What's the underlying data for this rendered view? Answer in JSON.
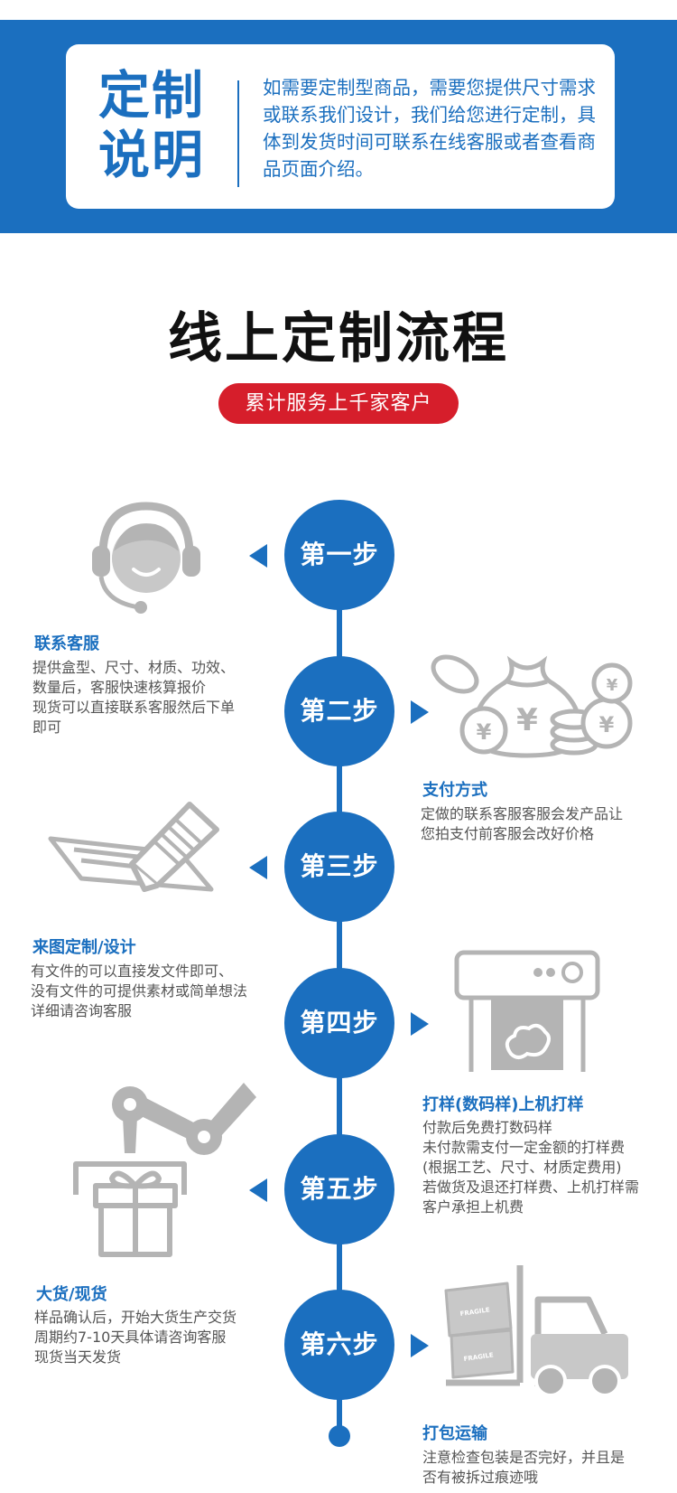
{
  "notice": {
    "title_line1": "定制",
    "title_line2": "说明",
    "text": "如需要定制型商品，需要您提供尺寸需求或联系我们设计，我们给您进行定制，具体到发货时间可联系在线客服或者查看商品页面介绍。"
  },
  "title": "线上定制流程",
  "badge": "累计服务上千家客户",
  "steps": [
    {
      "label": "第一步",
      "heading": "联系客服",
      "lines": [
        "提供盒型、尺寸、材质、功效、",
        "数量后，客服快速核算报价",
        "现货可以直接联系客服然后下单",
        "即可"
      ]
    },
    {
      "label": "第二步",
      "heading": "支付方式",
      "lines": [
        "定做的联系客服客服会发产品让",
        "您拍支付前客服会改好价格"
      ]
    },
    {
      "label": "第三步",
      "heading": "来图定制/设计",
      "lines": [
        "有文件的可以直接发文件即可、",
        "没有文件的可提供素材或简单想法",
        "详细请咨询客服"
      ]
    },
    {
      "label": "第四步",
      "heading": "打样(数码样)上机打样",
      "lines": [
        "付款后免费打数码样",
        "未付款需支付一定金额的打样费",
        "(根据工艺、尺寸、材质定费用)",
        "若做货及退还打样费、上机打样需",
        "客户承担上机费"
      ]
    },
    {
      "label": "第五步",
      "heading": "大货/现货",
      "lines": [
        "样品确认后，开始大货生产交货",
        "周期约7-10天具体请咨询客服",
        "现货当天发货"
      ]
    },
    {
      "label": "第六步",
      "heading": "打包运输",
      "lines": [
        "注意检查包装是否完好，并且是",
        "否有被拆过痕迹哦"
      ]
    }
  ],
  "icons": {
    "step1": "customer-service-headset-icon",
    "step2": "money-bag-coins-icon",
    "step3": "pen-document-icon",
    "step4": "printer-plotter-icon",
    "step5": "robot-arm-gift-icon",
    "step6": "forklift-boxes-icon"
  },
  "box_labels": {
    "box1": "FRAGILE",
    "box2": "FRAGILE"
  },
  "colors": {
    "primary": "#1b6fbf",
    "accent": "#d61e2b",
    "illustration": "#b4b4b4"
  }
}
